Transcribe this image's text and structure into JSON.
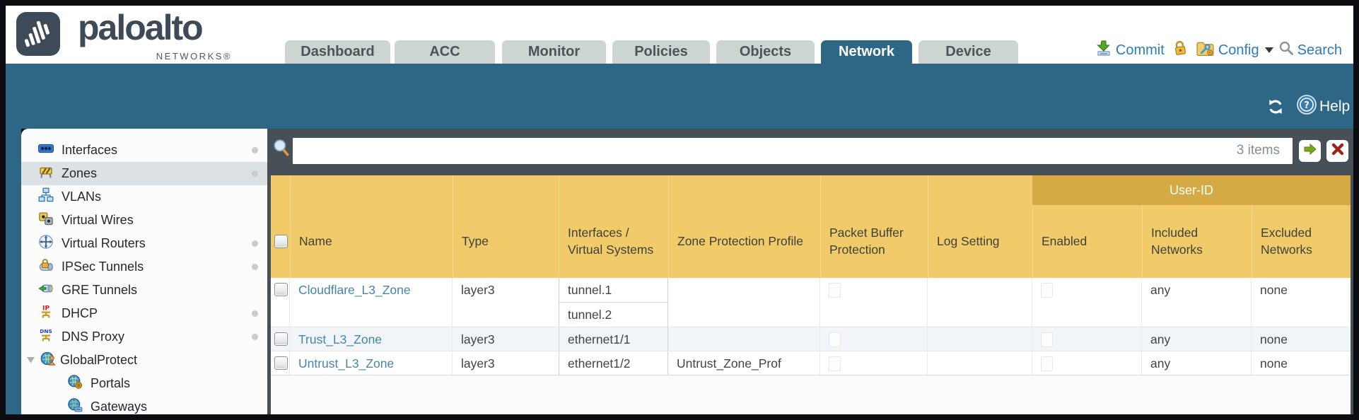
{
  "brand": {
    "wordmark": "paloalto",
    "subtext": "NETWORKS®",
    "logo_icon": "paloalto-logo-icon"
  },
  "nav": {
    "tabs": [
      {
        "label": "Dashboard",
        "active": false
      },
      {
        "label": "ACC",
        "active": false
      },
      {
        "label": "Monitor",
        "active": false
      },
      {
        "label": "Policies",
        "active": false
      },
      {
        "label": "Objects",
        "active": false
      },
      {
        "label": "Network",
        "active": true
      },
      {
        "label": "Device",
        "active": false
      }
    ],
    "utilities": [
      {
        "label": "Commit",
        "icon": "commit-icon"
      },
      {
        "label": "",
        "icon": "lock-icon"
      },
      {
        "label": "Config",
        "icon": "config-icon",
        "has_dropdown": true
      },
      {
        "label": "Search",
        "icon": "search-icon"
      }
    ],
    "help_label": "Help",
    "refresh_icon": "refresh-icon",
    "help_icon": "help-icon"
  },
  "sidebar": {
    "items": [
      {
        "label": "Interfaces",
        "icon": "interfaces-icon",
        "selected": false,
        "dot": true
      },
      {
        "label": "Zones",
        "icon": "zones-icon",
        "selected": true,
        "dot": true
      },
      {
        "label": "VLANs",
        "icon": "vlans-icon",
        "selected": false,
        "dot": false
      },
      {
        "label": "Virtual Wires",
        "icon": "virtual-wires-icon",
        "selected": false,
        "dot": false
      },
      {
        "label": "Virtual Routers",
        "icon": "virtual-routers-icon",
        "selected": false,
        "dot": true
      },
      {
        "label": "IPSec Tunnels",
        "icon": "ipsec-tunnels-icon",
        "selected": false,
        "dot": true
      },
      {
        "label": "GRE Tunnels",
        "icon": "gre-tunnels-icon",
        "selected": false,
        "dot": false
      },
      {
        "label": "DHCP",
        "icon": "dhcp-icon",
        "selected": false,
        "dot": true
      },
      {
        "label": "DNS Proxy",
        "icon": "dns-proxy-icon",
        "selected": false,
        "dot": true
      },
      {
        "label": "GlobalProtect",
        "icon": "globalprotect-icon",
        "selected": false,
        "dot": false,
        "expanded": true
      },
      {
        "label": "Portals",
        "icon": "portals-icon",
        "selected": false,
        "dot": false,
        "indent": 1
      },
      {
        "label": "Gateways",
        "icon": "gateways-icon",
        "selected": false,
        "dot": false,
        "indent": 1
      }
    ]
  },
  "toolbar": {
    "filter_value": "",
    "items_count": "3 items",
    "apply_icon": "green-arrow-icon",
    "clear_icon": "red-x-icon"
  },
  "table": {
    "group_header": "User-ID",
    "columns": [
      "",
      "Name",
      "Type",
      "Interfaces / Virtual Systems",
      "Zone Protection Profile",
      "Packet Buffer Protection",
      "Log Setting",
      "Enabled",
      "Included Networks",
      "Excluded Networks"
    ],
    "rows": [
      {
        "name": "Cloudflare_L3_Zone",
        "type": "layer3",
        "interfaces": [
          "tunnel.1",
          "tunnel.2"
        ],
        "zone_protection_profile": "",
        "packet_buffer_protection": false,
        "log_setting": "",
        "user_id_enabled": false,
        "included_networks": "any",
        "excluded_networks": "none"
      },
      {
        "name": "Trust_L3_Zone",
        "type": "layer3",
        "interfaces": [
          "ethernet1/1"
        ],
        "zone_protection_profile": "",
        "packet_buffer_protection": false,
        "log_setting": "",
        "user_id_enabled": false,
        "included_networks": "any",
        "excluded_networks": "none"
      },
      {
        "name": "Untrust_L3_Zone",
        "type": "layer3",
        "interfaces": [
          "ethernet1/2"
        ],
        "zone_protection_profile": "Untrust_Zone_Prof",
        "packet_buffer_protection": false,
        "log_setting": "",
        "user_id_enabled": false,
        "included_networks": "any",
        "excluded_networks": "none"
      }
    ]
  },
  "colors": {
    "teal": "#2e6786",
    "chrome_slate": "#475056",
    "header_amber": "#f1ca69",
    "user_id_band": "#d5a944",
    "link_blue": "#4484ad",
    "tab_inactive": "#ccd5d2",
    "selected_sidebar": "#dbe1e5"
  }
}
